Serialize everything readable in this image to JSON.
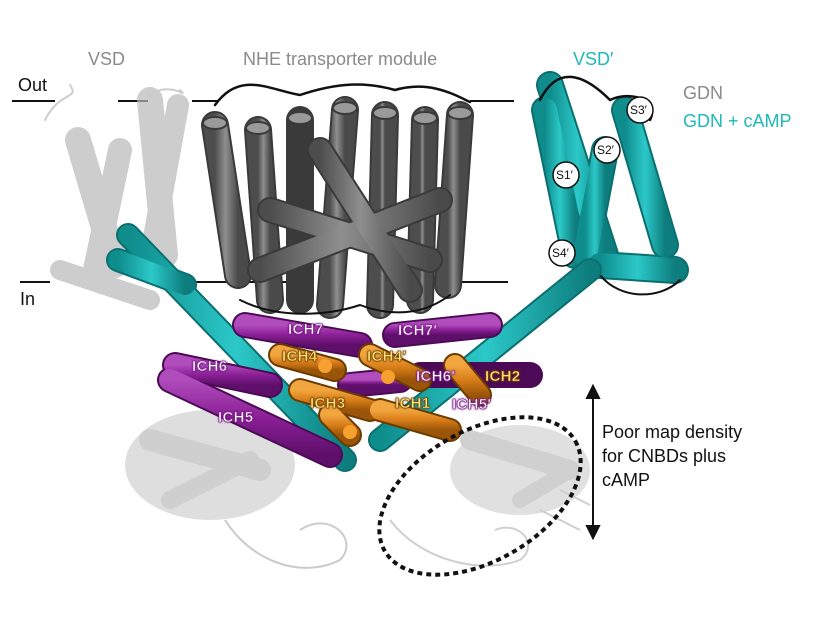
{
  "labels": {
    "vsd": "VSD",
    "nhe": "NHE transporter module",
    "vsd_prime": "VSD′",
    "out": "Out",
    "in": "In",
    "gdn": "GDN",
    "gdn_camp": "GDN + cAMP",
    "s1": "S1′",
    "s2": "S2′",
    "s3": "S3′",
    "s4": "S4′",
    "ich7": "ICH7",
    "ich7p": "ICH7′",
    "ich4": "ICH4",
    "ich4p": "ICH4′",
    "ich6": "ICH6",
    "ich6p": "ICH6′",
    "ich2": "ICH2",
    "ich3": "ICH3",
    "ich1": "ICH1",
    "ich5": "ICH5",
    "ich5p": "ICH5′",
    "note_line1": "Poor map density",
    "note_line2": "for CNBDs plus",
    "note_line3": "cAMP"
  },
  "colors": {
    "grey_state": "#8a8a8a",
    "teal_state": "#1fb8b8",
    "ich_purple": "#8a1f96",
    "ich_orange": "#e08a1e",
    "helix_dark": "#6e6e6e"
  }
}
